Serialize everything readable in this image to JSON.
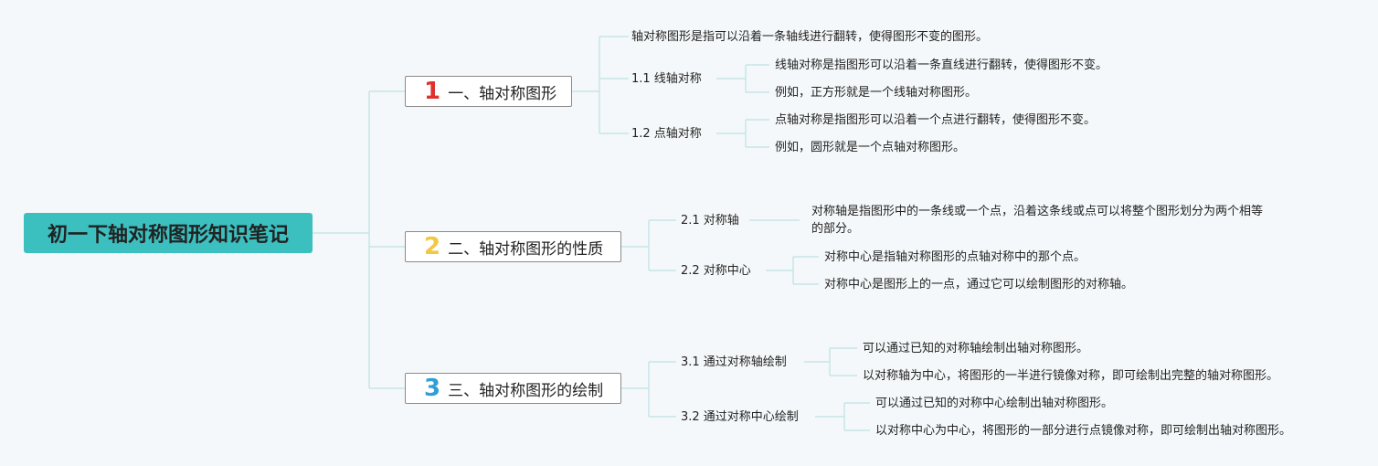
{
  "root": "初一下轴对称图形知识笔记",
  "branches": [
    {
      "number": "1",
      "title": "一、轴对称图形",
      "intro": "轴对称图形是指可以沿着一条轴线进行翻转，使得图形不变的图形。",
      "subs": [
        {
          "label": "1.1 线轴对称",
          "items": [
            "线轴对称是指图形可以沿着一条直线进行翻转，使得图形不变。",
            "例如，正方形就是一个线轴对称图形。"
          ]
        },
        {
          "label": "1.2 点轴对称",
          "items": [
            "点轴对称是指图形可以沿着一个点进行翻转，使得图形不变。",
            "例如，圆形就是一个点轴对称图形。"
          ]
        }
      ]
    },
    {
      "number": "2",
      "title": "二、轴对称图形的性质",
      "subs": [
        {
          "label": "2.1 对称轴",
          "items": [
            "对称轴是指图形中的一条线或一个点，沿着这条线或点可以将整个图形划分为两个相等的部分。"
          ]
        },
        {
          "label": "2.2 对称中心",
          "items": [
            "对称中心是指轴对称图形的点轴对称中的那个点。",
            "对称中心是图形上的一点，通过它可以绘制图形的对称轴。"
          ]
        }
      ]
    },
    {
      "number": "3",
      "title": "三、轴对称图形的绘制",
      "subs": [
        {
          "label": "3.1 通过对称轴绘制",
          "items": [
            "可以通过已知的对称轴绘制出轴对称图形。",
            "以对称轴为中心，将图形的一半进行镜像对称，即可绘制出完整的轴对称图形。"
          ]
        },
        {
          "label": "3.2 通过对称中心绘制",
          "items": [
            "可以通过已知的对称中心绘制出轴对称图形。",
            "以对称中心为中心，将图形的一部分进行点镜像对称，即可绘制出轴对称图形。"
          ]
        }
      ]
    }
  ],
  "colors": {
    "root_bg": "#3bbfbf",
    "line": "#bfe3e3",
    "n1": "#e03131",
    "n2": "#f2c744",
    "n3": "#2f9fd8"
  }
}
